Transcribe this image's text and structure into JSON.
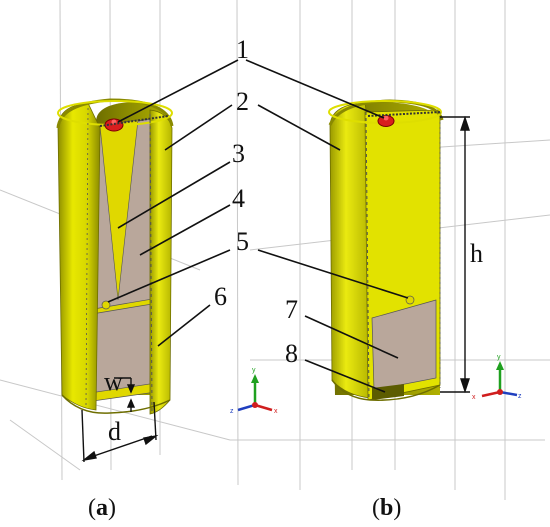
{
  "figure": {
    "callout_numbers": [
      "1",
      "2",
      "3",
      "4",
      "5",
      "6",
      "7",
      "8"
    ],
    "dimension_labels": {
      "w": "w",
      "d": "d",
      "h": "h"
    },
    "captions": {
      "a": {
        "open": "(",
        "letter": "a",
        "close": ")"
      },
      "b": {
        "open": "(",
        "letter": "b",
        "close": ")"
      }
    },
    "axis_labels": {
      "x": "x",
      "y": "y",
      "z": "z"
    },
    "colors": {
      "cylinder": "#e6e600",
      "cylinder_dark": "#9c9c00",
      "substrate": "#b9a79b",
      "feed": "#d81e1e",
      "leader": "#111111",
      "grid": "#c8c8c8"
    }
  }
}
